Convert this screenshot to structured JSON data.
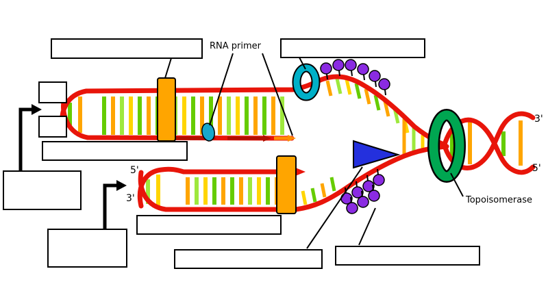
{
  "labels": {
    "rna_primer": "RNA primer",
    "topoisomerase": "Topoisomerase",
    "right_3p": "3'",
    "right_5p": "5'",
    "left_5p": "5'",
    "left_3p": "3'"
  },
  "answer_boxes": [
    {
      "id": "top-left",
      "text": ""
    },
    {
      "id": "top-right",
      "text": ""
    },
    {
      "id": "left-upper-small",
      "text": ""
    },
    {
      "id": "left-lower-small",
      "text": ""
    },
    {
      "id": "under-top-duplex",
      "text": ""
    },
    {
      "id": "left-large",
      "text": ""
    },
    {
      "id": "bottom-left",
      "text": ""
    },
    {
      "id": "under-bottom-duplex",
      "text": ""
    },
    {
      "id": "bottom-center",
      "text": ""
    },
    {
      "id": "bottom-right",
      "text": ""
    }
  ],
  "colors": {
    "strand_red": "#e8150a",
    "primer_dark_red": "#b01000",
    "primer_orange": "#ff8c00",
    "base_green": "#66cc00",
    "base_lightgreen": "#9ee83d",
    "base_orange": "#ffa500",
    "base_yellow": "#ffd500",
    "enzyme_orange": "#ffa500",
    "helicase_blue": "#2430dd",
    "topoisomerase_green": "#00a651",
    "clamp_teal": "#00b0c8",
    "ssb_purple": "#8a2be2",
    "primase_teal": "#18a8cc",
    "outline_black": "#000000"
  }
}
